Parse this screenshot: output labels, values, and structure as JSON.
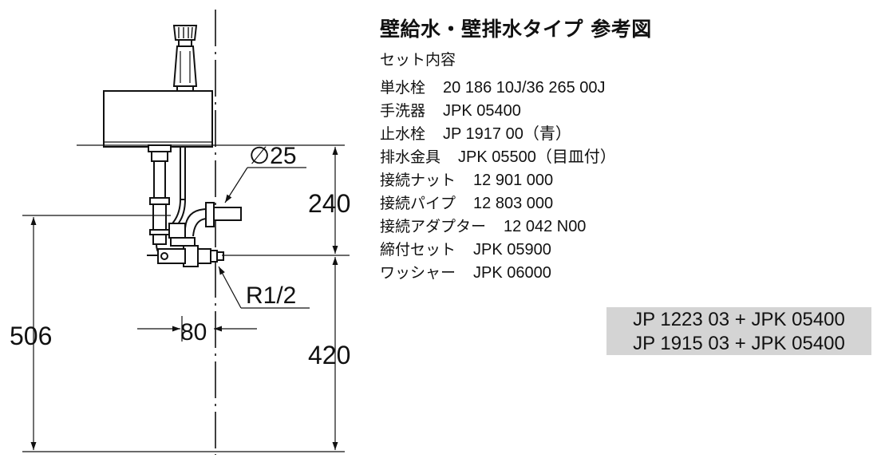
{
  "title": "壁給水・壁排水タイプ 参考図",
  "set_heading": "セット内容",
  "parts": [
    {
      "name": "単水栓",
      "number": "20 186 10J/36 265 00J"
    },
    {
      "name": "手洗器",
      "number": "JPK 05400"
    },
    {
      "name": "止水栓",
      "number": "JP 1917 00（青）"
    },
    {
      "name": "排水金具",
      "number": "JPK 05500（目皿付）"
    },
    {
      "name": "接続ナット",
      "number": "12 901 000"
    },
    {
      "name": "接続パイプ",
      "number": "12 803 000"
    },
    {
      "name": "接続アダプター",
      "number": "12 042 N00"
    },
    {
      "name": "締付セット",
      "number": "JPK 05900"
    },
    {
      "name": "ワッシャー",
      "number": "JPK 06000"
    }
  ],
  "models": [
    "JP 1223 03 + JPK 05400",
    "JP 1915 03 + JPK 05400"
  ],
  "dimensions": {
    "drain_diameter": "∅25",
    "supply_thread": "R1/2",
    "depth": "80",
    "basin_to_drain": "240",
    "drain_to_floor": "420",
    "total_height": "506"
  }
}
